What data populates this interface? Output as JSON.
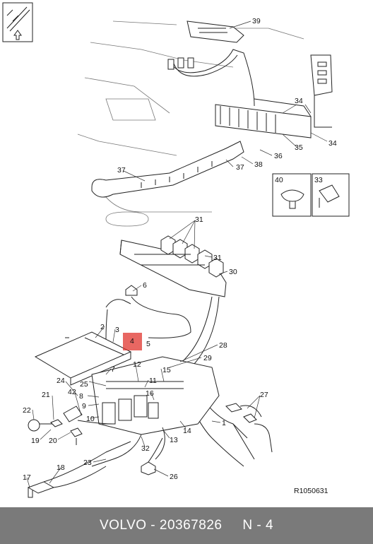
{
  "diagram": {
    "callouts": [
      "39",
      "34",
      "34",
      "35",
      "36",
      "37",
      "37",
      "38",
      "40",
      "33",
      "31",
      "31",
      "30",
      "6",
      "2",
      "3",
      "4",
      "5",
      "28",
      "29",
      "7",
      "12",
      "11",
      "25",
      "24",
      "16",
      "15",
      "8",
      "9",
      "42",
      "10",
      "21",
      "22",
      "19",
      "20",
      "1",
      "27",
      "14",
      "13",
      "32",
      "23",
      "26",
      "18",
      "17"
    ],
    "drawing_code": "R1050631",
    "highlight_color": "#e0342e"
  },
  "footer": {
    "text": "VOLVO - 20367826     N - 4",
    "background": "#7a7a7a"
  }
}
